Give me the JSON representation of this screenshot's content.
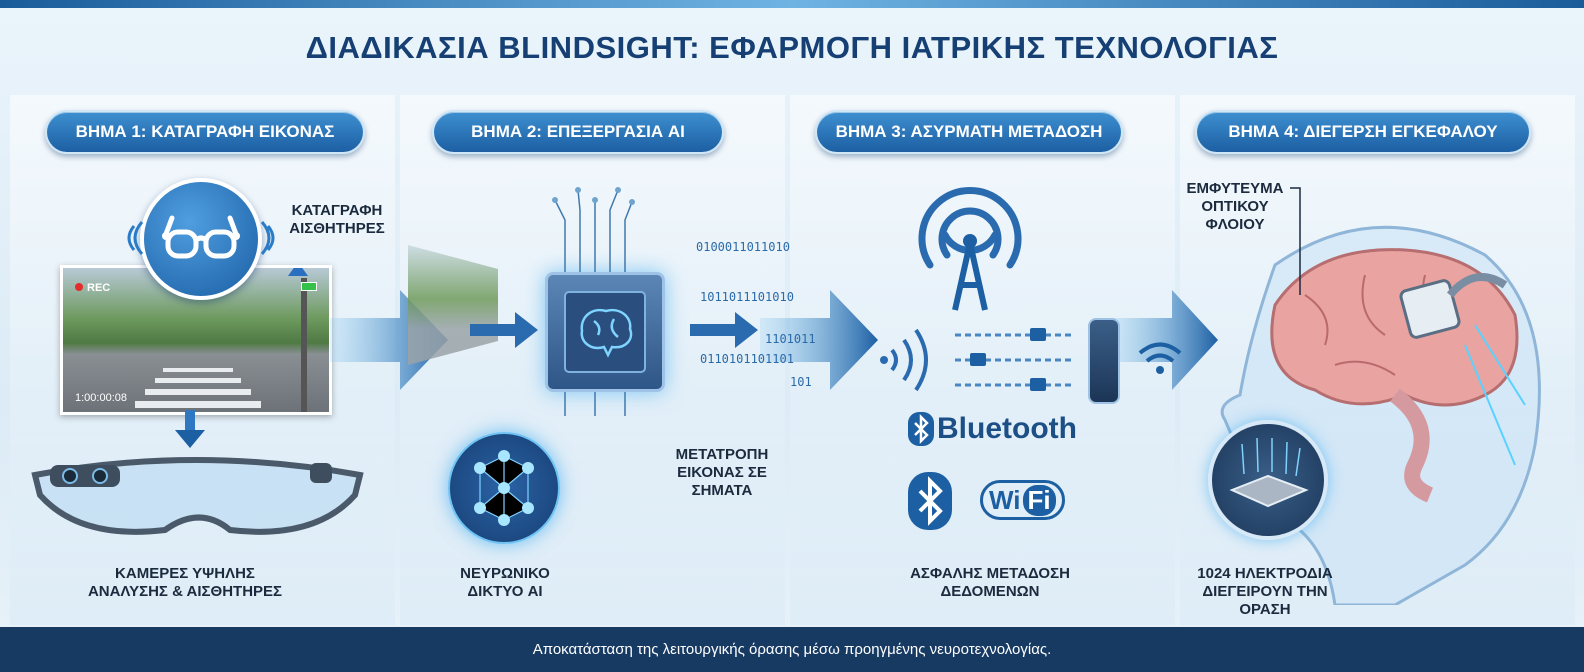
{
  "title": "ΔΙΑΔΙΚΑΣΙΑ BLINDSIGHT: ΕΦΑΡΜΟΓΗ ΙΑΤΡΙΚΗΣ ΤΕΧΝΟΛΟΓΙΑΣ",
  "steps": [
    {
      "label": "ΒΗΜΑ 1: ΚΑΤΑΓΡΑΦΗ ΕΙΚΟΝΑΣ",
      "side_label": [
        "ΚΑΤΑΓΡΑΦΗ",
        "ΑΙΣΘΗΤΗΡΕΣ"
      ],
      "rec": "REC",
      "timecode": "1:00:00:08",
      "caption": [
        "ΚΑΜΕΡΕΣ ΥΨΗΛΗΣ",
        "ΑΝΑΛΥΣΗΣ & ΑΙΣΘΗΤΗΡΕΣ"
      ]
    },
    {
      "label": "ΒΗΜΑ 2: ΕΠΕΞΕΡΓΑΣΙΑ AI",
      "side_label": [
        "ΜΕΤΑΤΡΟΠΗ",
        "ΕΙΚΟΝΑΣ ΣΕ",
        "ΣΗΜΑΤΑ"
      ],
      "binary": [
        "0100011011010",
        "1011011101010",
        "1101011",
        "0110101101101",
        "101"
      ],
      "caption": [
        "ΝΕΥΡΩΝΙΚΟ",
        "ΔΙΚΤΥΟ AI"
      ]
    },
    {
      "label": "ΒΗΜΑ 3: ΑΣΥΡΜΑΤΗ ΜΕΤΑΔΟΣΗ",
      "bluetooth": "Bluetooth",
      "wifi_wi": "Wi",
      "wifi_fi": "Fi",
      "caption": [
        "ΑΣΦΑΛΗΣ ΜΕΤΑΔΟΣΗ",
        "ΔΕΔΟΜΕΝΩΝ"
      ]
    },
    {
      "label": "ΒΗΜΑ 4: ΔΙΕΓΕΡΣΗ ΕΓΚΕΦΑΛΟΥ",
      "side_label": [
        "ΕΜΦΥΤΕΥΜΑ",
        "ΟΠΤΙΚΟΥ",
        "ΦΛΟΙΟΥ"
      ],
      "caption": [
        "1024 ΗΛΕΚΤΡΟΔΙΑ",
        "ΔΙΕΓΕΙΡΟΥΝ ΤΗΝ ΟΡΑΣΗ"
      ]
    }
  ],
  "footer": "Αποκατάσταση της λειτουργικής όρασης μέσω προηγμένης νευροτεχνολογίας.",
  "colors": {
    "primary": "#1d5fa3",
    "title": "#163f73",
    "footer": "#173a63",
    "accent": "#3fb6ef"
  }
}
